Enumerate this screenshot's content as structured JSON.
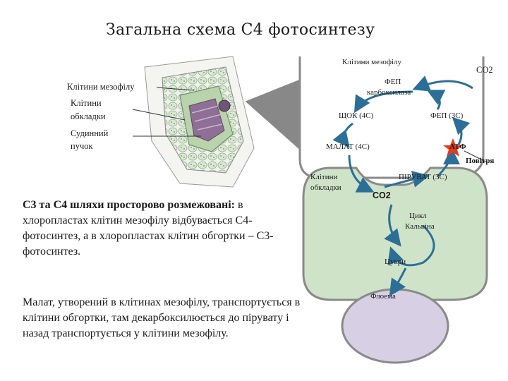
{
  "title": "Загальна схема С4 фотосинтезу",
  "leaf_labels": {
    "mesophyll": "Клітини мезофілу",
    "sheath_1": "Клітини",
    "sheath_2": "обкладки",
    "bundle_1": "Судинний",
    "bundle_2": "пучок"
  },
  "scheme": {
    "mesophyll_cells": "Клітини мезофілу",
    "co2_top": "CO2",
    "pep_carboxylase_1": "ФЕП",
    "pep_carboxylase_2": "карбоксилаза",
    "oaa": "ЩОК (4С)",
    "pep": "ФЕП (3С)",
    "malate": "МАЛАТ (4С)",
    "atp": "АТФ",
    "air": "Повітря",
    "sheath_cells_1": "Клітини",
    "sheath_cells_2": "обкладки",
    "pyruvate": "ПІРУВАТ (3С)",
    "co2_inner": "CO2",
    "calvin_1": "Цикл",
    "calvin_2": "Кальвіна",
    "sugars": "Цукри",
    "phloem": "Флоема"
  },
  "paragraph1": {
    "bold": "С3 та С4 шляхи просторово розмежовані:",
    "text": " в хлоропластах клітин мезофілу відбувається С4-фотосинтез, а в хлоропластах клітин обгортки – С3-фотосинтез."
  },
  "paragraph2": "Малат, утворений в клітинах мезофілу, транспортується в клітини обгортки, там декарбоксилюється до пірувату і назад транспортується у клітини мезофілу.",
  "colors": {
    "cell_fill": "#cfe3c9",
    "cell_outline": "#8a8a8a",
    "phloem_fill": "#d7cfe3",
    "arrow": "#2c6f96",
    "atp_star": "#e23b1c"
  }
}
